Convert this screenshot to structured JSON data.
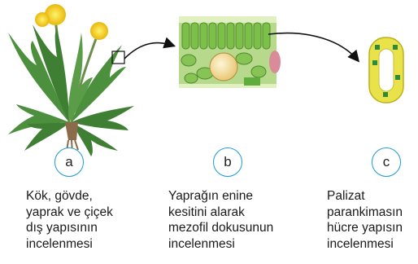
{
  "panels": [
    {
      "id": "a",
      "label": "a",
      "caption": "Kök, gövde,\nyaprak ve çiçek\ndış yapısının\nincelenmesi"
    },
    {
      "id": "b",
      "label": "b",
      "caption": "Yaprağın enine\nkesitini alarak\nmezofil dokusunun\nincelenmesi"
    },
    {
      "id": "c",
      "label": "c",
      "caption": "Palizat\nparankimasın\nhücre yapısın\nincelenmesi"
    }
  ],
  "colors": {
    "label_circle": "#1a9ad6",
    "leaf_green": "#3f8f3a",
    "flower_yellow": "#f6d21b",
    "tissue_green": "#7cc04a",
    "cell_yellow": "#e9e24a"
  },
  "icons": [
    "dandelion-plant-illustration",
    "leaf-cross-section-illustration",
    "palisade-cell-illustration"
  ]
}
